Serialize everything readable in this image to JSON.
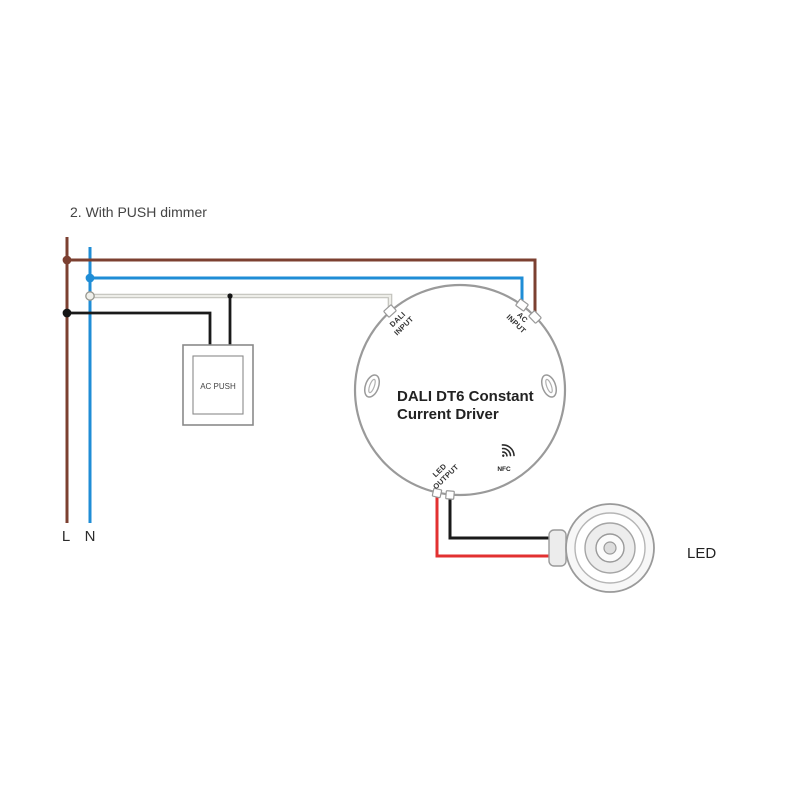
{
  "title": "2. With PUSH dimmer",
  "wires": {
    "live_label": "L",
    "neutral_label": "N",
    "live_color": "#7C4031",
    "neutral_color": "#1F8DD6",
    "dali_color": "#EDEDE8",
    "dali_outline_color": "#C2C2BC",
    "push_color": "#1A1A1A",
    "led_positive_color": "#E23131",
    "led_negative_color": "#1A1A1A"
  },
  "push_dimmer": {
    "label": "AC PUSH"
  },
  "driver": {
    "name_line1": "DALI DT6 Constant",
    "name_line2": "Current Driver",
    "nfc_label": "NFC",
    "ports": {
      "dali_line1": "DALI",
      "dali_line2": "INPUT",
      "ac_line1": "AC",
      "ac_line2": "INPUT",
      "led_line1": "LED",
      "led_line2": "OUTPUT"
    }
  },
  "led_fixture": {
    "label": "LED"
  }
}
